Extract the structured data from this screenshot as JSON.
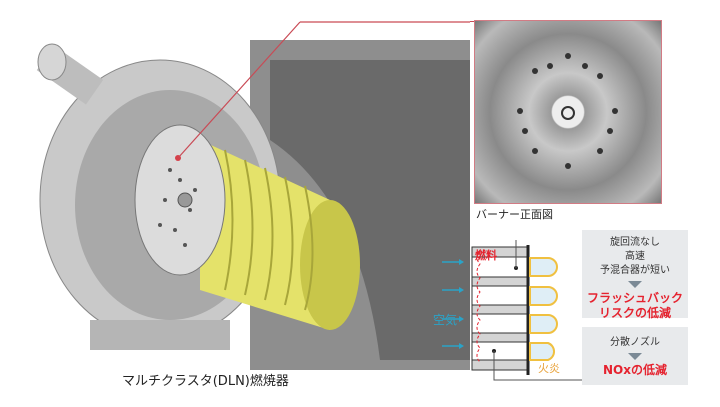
{
  "main_caption": "マルチクラスタ(DLN)燃焼器",
  "photo_caption": "バーナー正面図",
  "diagram": {
    "fuel_label": "燃料",
    "air_label": "空気",
    "flame_label": "火炎",
    "box1": {
      "line1": "旋回流なし",
      "line2": "高速",
      "line3": "予混合器が短い",
      "result1": "フラッシュバック",
      "result2": "リスクの低減"
    },
    "box2": {
      "line1": "分散ノズル",
      "result": "NOxの低減"
    }
  },
  "colors": {
    "accent_red": "#e5232f",
    "air_blue": "#2aa3c8",
    "flame_orange": "#e8a23a",
    "liner_yellow": "#e4e26a"
  }
}
